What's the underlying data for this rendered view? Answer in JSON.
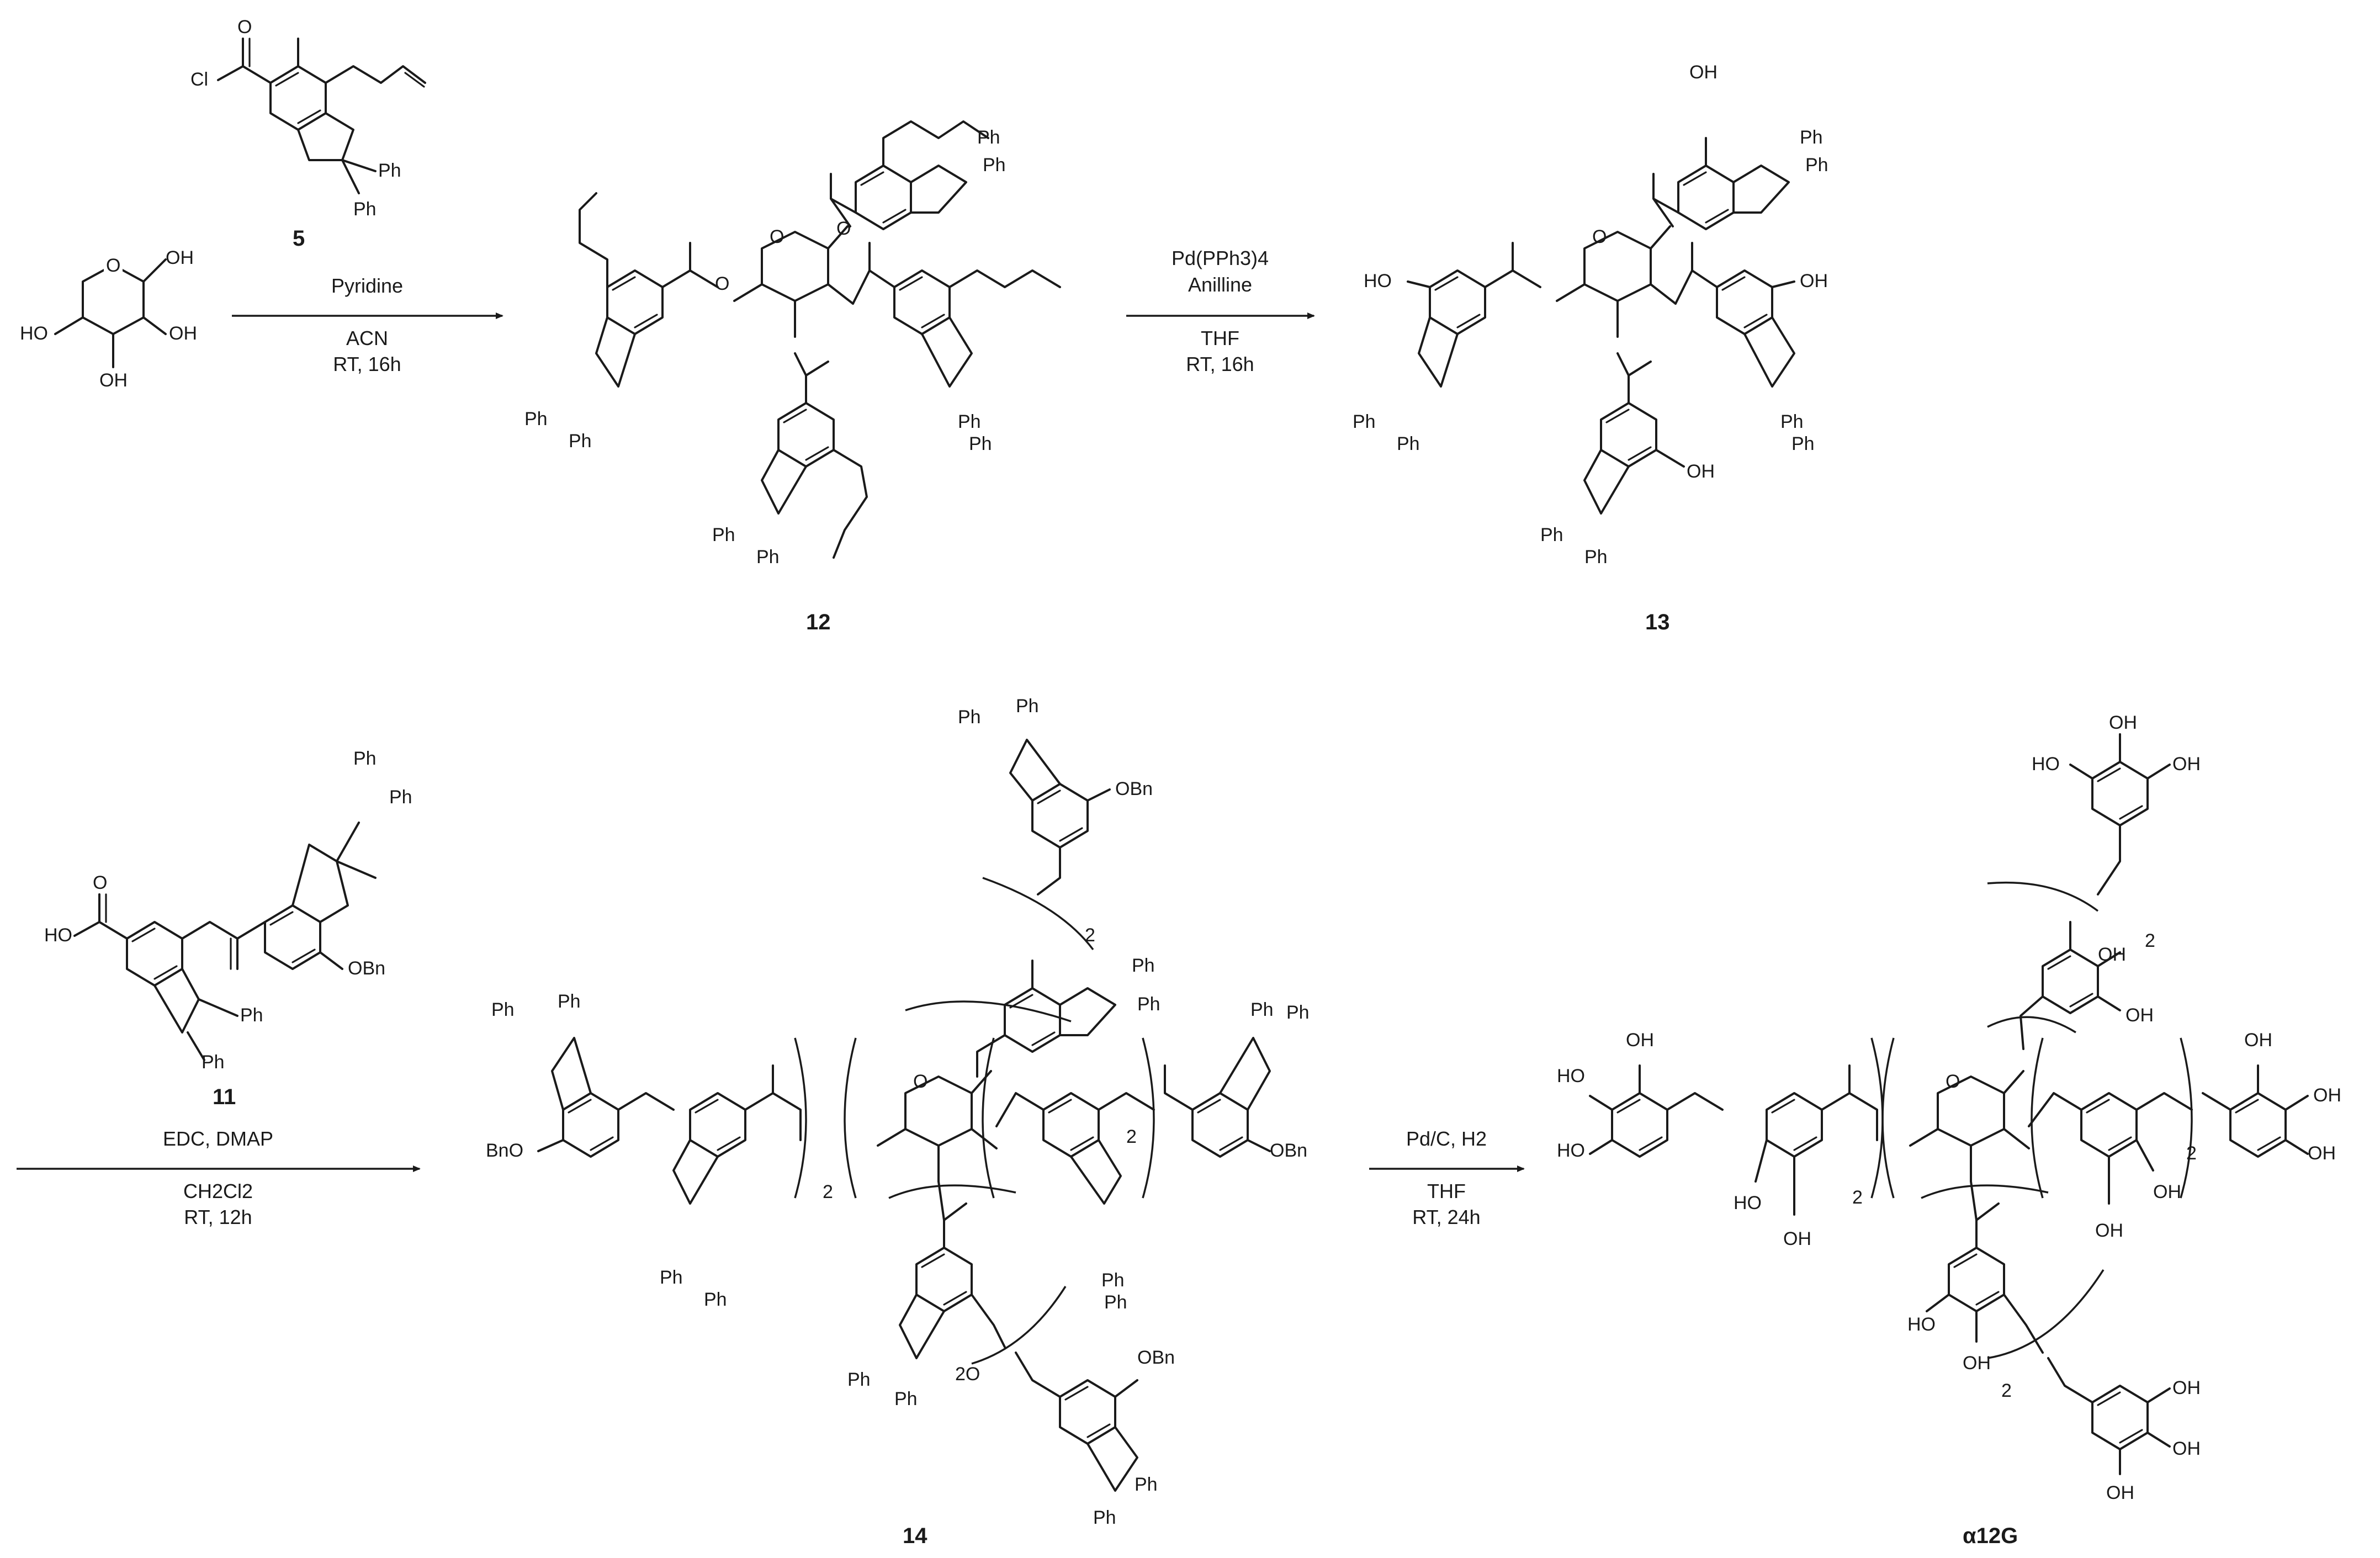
{
  "reaction_1": {
    "conditions_above": [
      "Pyridine"
    ],
    "conditions_below": [
      "ACN",
      "RT, 16h"
    ],
    "reagent_label": "5"
  },
  "reaction_2": {
    "conditions_above": [
      "Pd(PPh3)4",
      "Anilline"
    ],
    "conditions_below": [
      "THF",
      "RT, 16h"
    ]
  },
  "reaction_3": {
    "conditions_above": [
      "EDC, DMAP"
    ],
    "conditions_below": [
      "CH2Cl2",
      "RT, 12h"
    ],
    "reagent_label": "11"
  },
  "reaction_4": {
    "conditions_above": [
      "Pd/C, H2"
    ],
    "conditions_below": [
      "THF",
      "RT, 24h"
    ]
  },
  "compounds": {
    "c12": "12",
    "c13": "13",
    "c14": "14",
    "a12g": "α12G"
  },
  "atoms": {
    "oh": "OH",
    "ho": "HO",
    "o": "O",
    "cl": "Cl",
    "ph": "Ph",
    "obn": "OBn",
    "bno": "BnO",
    "repeat_2": "2",
    "repeat_2o": "2O"
  }
}
